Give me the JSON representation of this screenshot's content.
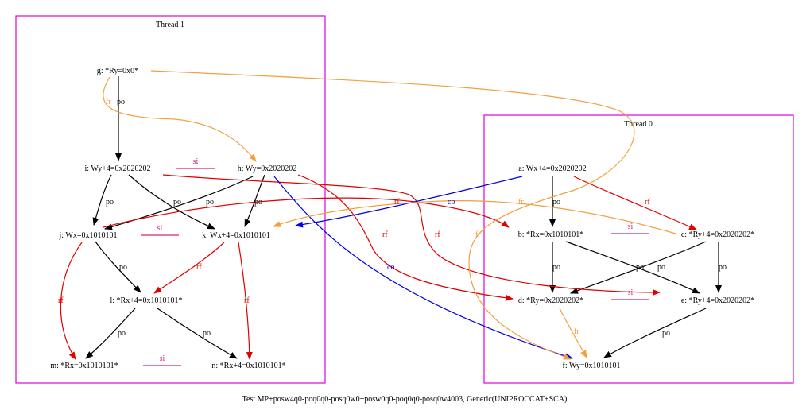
{
  "caption": "Test MP+posw4q0-poq0q0-posq0w0+posw0q0-poq0q0-posq0w4003, Generic(UNIPROCCAT+SCA)",
  "clusters": [
    {
      "title": "Thread 1",
      "color": "#e000e0"
    },
    {
      "title": "Thread 0",
      "color": "#e000e0"
    }
  ],
  "nodes": {
    "g": "g: *Ry=0x0*",
    "i": "i: Wy+4=0x2020202",
    "h": "h: Wy=0x2020202",
    "j": "j: Wx=0x1010101",
    "k": "k: Wx+4=0x1010101",
    "l": "l: *Rx+4=0x1010101*",
    "m": "m: *Rx=0x1010101*",
    "n": "n: *Rx+4=0x1010101*",
    "a": "a: Wx+4=0x2020202",
    "b": "b: *Rx=0x1010101*",
    "c": "c: *Ry+4=0x2020202*",
    "d": "d: *Ry=0x2020202*",
    "e": "e: *Ry+4=0x2020202*",
    "f": "f: Wy=0x1010101"
  },
  "edge_labels": {
    "po": "po",
    "rf": "rf",
    "fr": "fr",
    "co": "co",
    "si": "si"
  },
  "colors": {
    "po": "#000000",
    "rf": "#e00000",
    "fr": "#f0a040",
    "co": "#0000e0",
    "si": "#e0207a"
  }
}
